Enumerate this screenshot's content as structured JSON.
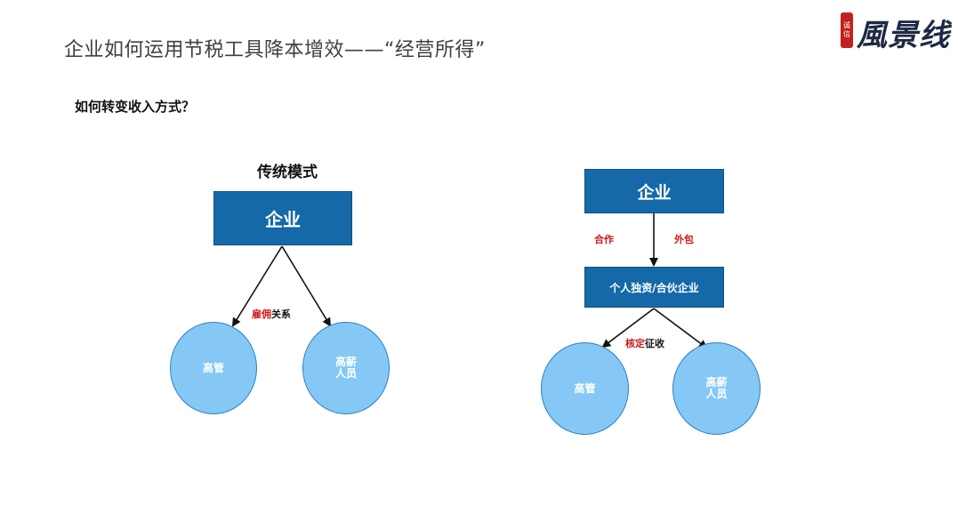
{
  "title": "企业如何运用节税工具降本增效——“经营所得”",
  "subtitle": "如何转变收入方式？",
  "logo": {
    "seal": "诚信",
    "text": "風景线"
  },
  "left_diagram": {
    "heading": "传统模式",
    "top_box": "企业",
    "edge_label_red": "雇佣",
    "edge_label_black": "关系",
    "circle_left": "高管",
    "circle_right_line1": "高薪",
    "circle_right_line2": "人员"
  },
  "right_diagram": {
    "top_box": "企业",
    "label_left_red": "合作",
    "label_right_red": "外包",
    "middle_box": "个人独资/合伙企业",
    "edge_label_red": "核定",
    "edge_label_black": "征收",
    "circle_left": "高管",
    "circle_right_line1": "高薪",
    "circle_right_line2": "人员"
  },
  "colors": {
    "box": "#1569a8",
    "circle_fill": "#85c8f5",
    "circle_border": "#2a7fc0",
    "accent_red": "#d0141a"
  }
}
